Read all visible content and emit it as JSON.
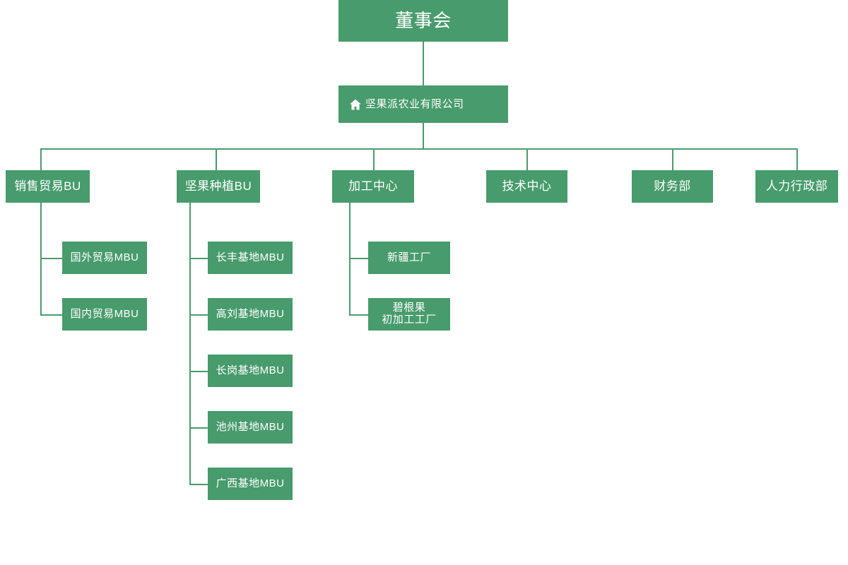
{
  "chart_data": {
    "type": "diagram",
    "title": "坚果派农业有限公司 组织架构图",
    "accent_color": "#489b6c",
    "line_color": "#4a9b6d",
    "text_color": "#ffffff",
    "background": "#ffffff",
    "orientation": "top-down-with-left-aligned-children"
  },
  "nodes": {
    "board": {
      "label": "董事会",
      "level": 0
    },
    "company": {
      "label": "坚果派农业有限公司",
      "level": 1,
      "icon": "home-icon"
    },
    "sales_bu": {
      "label": "销售贸易BU",
      "level": 2
    },
    "planting_bu": {
      "label": "坚果种植BU",
      "level": 2
    },
    "processing_center": {
      "label": "加工中心",
      "level": 2
    },
    "tech_center": {
      "label": "技术中心",
      "level": 2
    },
    "finance_dept": {
      "label": "财务部",
      "level": 2
    },
    "hr_admin_dept": {
      "label": "人力行政部",
      "level": 2
    },
    "overseas_trade": {
      "label": "国外贸易MBU",
      "level": 3
    },
    "domestic_trade": {
      "label": "国内贸易MBU",
      "level": 3
    },
    "changfeng_base": {
      "label": "长丰基地MBU",
      "level": 3
    },
    "gaoliu_base": {
      "label": "高刘基地MBU",
      "level": 3
    },
    "changgang_base": {
      "label": "长岗基地MBU",
      "level": 3
    },
    "chizhou_base": {
      "label": "池州基地MBU",
      "level": 3
    },
    "guangxi_base": {
      "label": "广西基地MBU",
      "level": 3
    },
    "xinjiang_factory": {
      "label": "新疆工厂",
      "level": 3
    },
    "pecan_factory": {
      "label": "碧根果\n初加工工厂",
      "level": 3
    }
  }
}
